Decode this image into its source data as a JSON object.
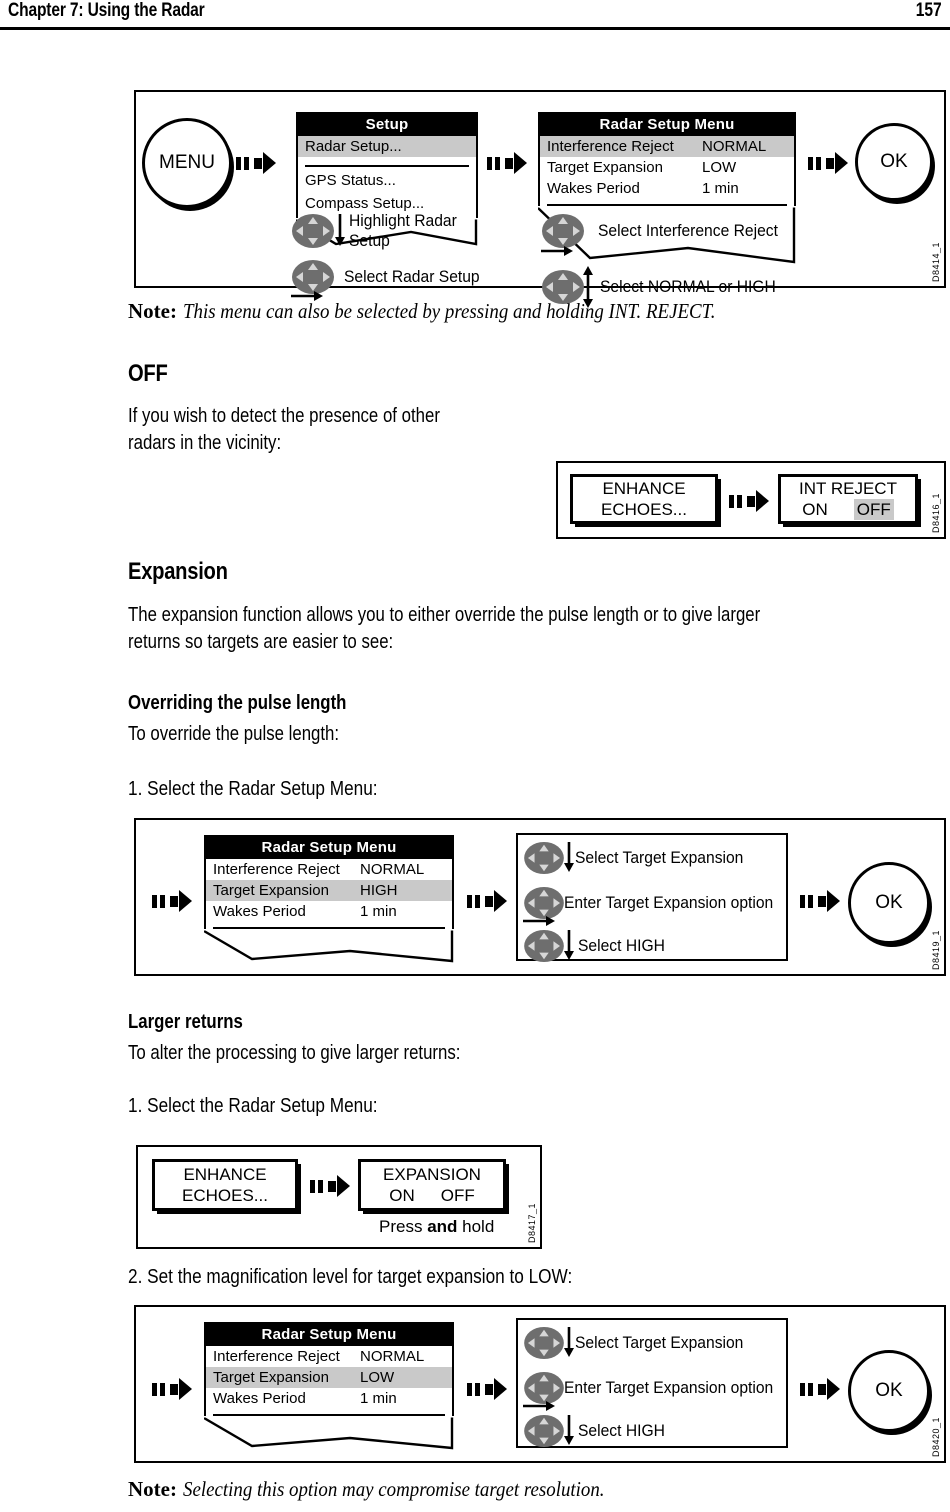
{
  "header": {
    "chapter": "Chapter 7: Using the Radar",
    "page": "157"
  },
  "sections": {
    "note1": {
      "label": "Note:",
      "text": "This menu can also be selected by pressing and holding INT. REJECT."
    },
    "off": {
      "heading": "OFF",
      "paragraph": "If you wish to detect the presence of other\nradars in the vicinity:"
    },
    "expansion": {
      "heading": "Expansion",
      "paragraph": "The expansion function allows you to either override the pulse length or to give larger\nreturns so targets are easier to see:"
    },
    "overriding": {
      "heading": "Overriding the pulse length",
      "paragraph": "To override the pulse length:",
      "step1": "1.   Select the Radar Setup Menu:"
    },
    "larger": {
      "heading": "Larger returns",
      "paragraph": "To alter the processing to give larger returns:",
      "step1": "1.   Select the Radar Setup Menu:",
      "step2": "2.   Set the magnification level for target expansion to LOW:"
    },
    "note2": {
      "label": "Note:",
      "text": "Selecting this option may compromise target resolution."
    }
  },
  "figures": {
    "fig1": {
      "id": "D8414_1",
      "menu_key_label": "MENU",
      "ok_key_label": "OK",
      "setup_menu": {
        "title": "Setup",
        "rows": [
          {
            "label": "Radar Setup...",
            "value": "",
            "highlighted": true
          }
        ],
        "extra_rows": [
          "GPS Status...",
          "Compass Setup..."
        ]
      },
      "radar_setup_menu": {
        "title": "Radar Setup Menu",
        "rows": [
          {
            "label": "Interference Reject",
            "value": "NORMAL",
            "highlighted": true
          },
          {
            "label": "Target Expansion",
            "value": "LOW",
            "highlighted": false
          },
          {
            "label": "Wakes Period",
            "value": "1 min",
            "highlighted": false
          }
        ]
      },
      "callouts_left": [
        {
          "text": "Highlight Radar\nSetup",
          "direction": "down"
        },
        {
          "text": "Select Radar Setup",
          "direction": "right"
        }
      ],
      "callouts_right": [
        {
          "text": "Select Interference Reject",
          "direction": "right"
        },
        {
          "text": "Select NORMAL or HIGH",
          "direction": "updown"
        }
      ]
    },
    "fig2": {
      "id": "D8416_1",
      "softkey1": {
        "line1": "ENHANCE",
        "line2": "ECHOES..."
      },
      "softkey2": {
        "title": "INT REJECT",
        "option_on": "ON",
        "option_off": "OFF",
        "selected": "OFF"
      }
    },
    "fig3": {
      "id": "D8419_1",
      "ok_key_label": "OK",
      "radar_setup_menu": {
        "title": "Radar Setup Menu",
        "rows": [
          {
            "label": "Interference Reject",
            "value": "NORMAL",
            "highlighted": false
          },
          {
            "label": "Target Expansion",
            "value": "HIGH",
            "highlighted": true
          },
          {
            "label": "Wakes Period",
            "value": "1 min",
            "highlighted": false
          }
        ]
      },
      "callouts": [
        {
          "text": "Select Target Expansion",
          "direction": "down"
        },
        {
          "text": "Enter Target Expansion option",
          "direction": "right"
        },
        {
          "text": "Select HIGH",
          "direction": "down"
        }
      ]
    },
    "fig4": {
      "id": "D8417_1",
      "softkey1": {
        "line1": "ENHANCE",
        "line2": "ECHOES..."
      },
      "softkey2": {
        "title": "EXPANSION",
        "option_on": "ON",
        "option_off": "OFF",
        "selected": ""
      },
      "caption_pre": "Press ",
      "caption_bold": "and",
      "caption_post": " hold"
    },
    "fig5": {
      "id": "D8420_1",
      "ok_key_label": "OK",
      "radar_setup_menu": {
        "title": "Radar Setup Menu",
        "rows": [
          {
            "label": "Interference Reject",
            "value": "NORMAL",
            "highlighted": false
          },
          {
            "label": "Target Expansion",
            "value": "LOW",
            "highlighted": true
          },
          {
            "label": "Wakes Period",
            "value": "1 min",
            "highlighted": false
          }
        ]
      },
      "callouts": [
        {
          "text": "Select Target Expansion",
          "direction": "down"
        },
        {
          "text": "Enter Target Expansion option",
          "direction": "right"
        },
        {
          "text": "Select HIGH",
          "direction": "down"
        }
      ]
    }
  },
  "colors": {
    "highlight": "#c9c9c9",
    "titlebar": "#000000",
    "trackpad": "#6e6e6e",
    "ink": "#000000"
  }
}
